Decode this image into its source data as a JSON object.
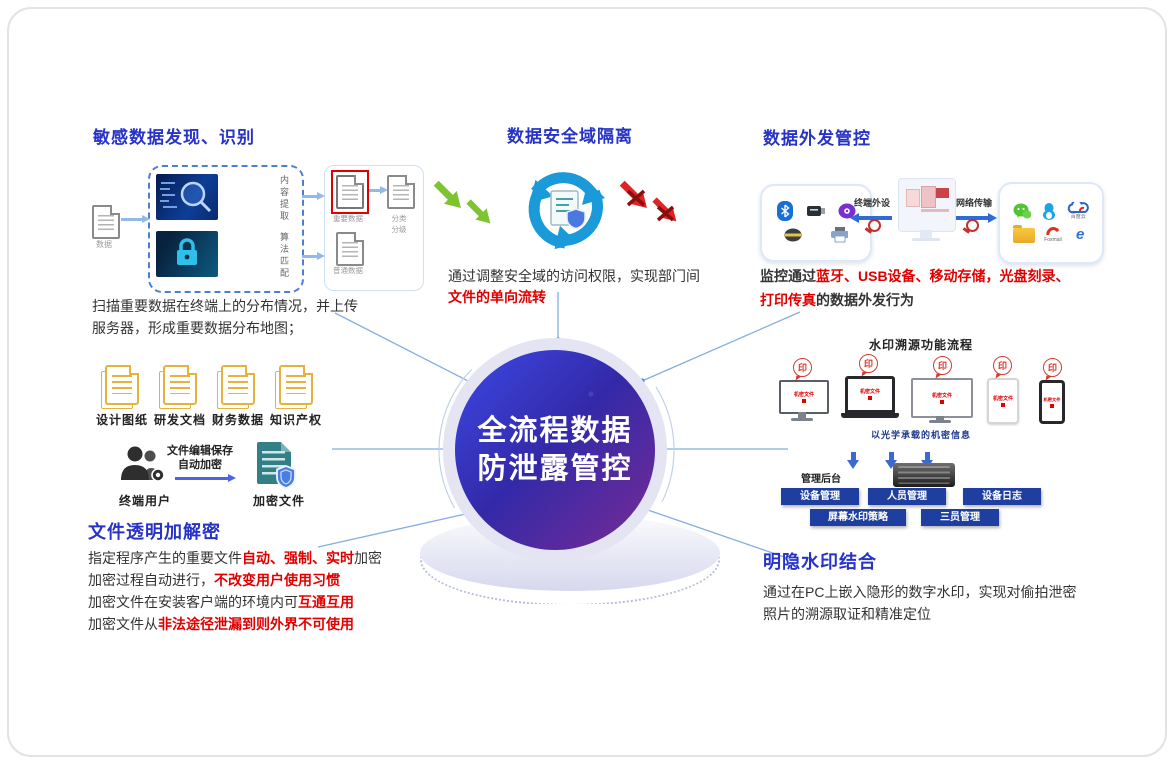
{
  "palette": {
    "title_blue": "#2733c7",
    "alert_red": "#e10000",
    "body_text": "#333333",
    "deep_blue_box": "#1e3f9f",
    "arrow_blue": "#2e6bd4",
    "recycle_blue": "#1a9ad8",
    "green_arrow": "#7cc52f",
    "sphere_blue": "#3329a8",
    "sphere_purple": "#6c2b98",
    "yellow_doc": "#e6b23c",
    "teal_doc": "#337f88"
  },
  "center": {
    "title_line1": "全流程数据",
    "title_line2": "防泄露管控"
  },
  "sensitive": {
    "title": "敏感数据发现、识别",
    "source_label": "数据",
    "content_extract_label": "内容提取",
    "algorithm_match_label": "算法匹配",
    "important_label": "重要数据",
    "classify_line1": "分类",
    "classify_line2": "分级",
    "normal_label": "普通数据",
    "desc_line1": "扫描重要数据在终端上的分布情况，并上传",
    "desc_line2": "服务器，形成重要数据分布地图；"
  },
  "isolation": {
    "title": "数据安全域隔离",
    "desc_black": "通过调整安全域的访问权限，实现部门间",
    "desc_red": "文件的单向流转"
  },
  "outbound": {
    "title": "数据外发管控",
    "peripheral_label": "终端外设",
    "network_label": "网络传输",
    "baidu_label": "百度云",
    "foxmail_label": "Foxmail",
    "desc_black1": "监控通过",
    "desc_red1": "蓝牙、USB设备、移动存储，光盘刻录、",
    "desc_red2": "打印传真",
    "desc_black2": "的数据外发行为"
  },
  "filetypes": {
    "items": [
      "设计图纸",
      "研发文档",
      "财务数据",
      "知识产权"
    ],
    "user_label": "终端用户",
    "arrow_label_line1": "文件编辑保存",
    "arrow_label_line2": "自动加密",
    "encrypted_label": "加密文件"
  },
  "encryption": {
    "title": "文件透明加解密",
    "lines": [
      [
        {
          "t": "指定程序产生的重要文件",
          "red": false
        },
        {
          "t": "自动、强制、实时",
          "red": true
        },
        {
          "t": "加密",
          "red": false
        }
      ],
      [
        {
          "t": "加密过程自动进行，",
          "red": false
        },
        {
          "t": "不改变用户使用习惯",
          "red": true
        }
      ],
      [
        {
          "t": "加密文件在安装客户端的环境内可",
          "red": false
        },
        {
          "t": "互通互用",
          "red": true
        }
      ],
      [
        {
          "t": "加密文件从",
          "red": false
        },
        {
          "t": "非法途径泄漏到则外界不可使用",
          "red": true
        }
      ]
    ]
  },
  "watermark_flow": {
    "title": "水印溯源功能流程",
    "stamp_char": "印",
    "screen_doc_label": "机密文件",
    "optic_label": "以光学承载的机密信息",
    "backend_label": "管理后台",
    "boxes_row1": [
      "设备管理",
      "人员管理",
      "设备日志"
    ],
    "boxes_row2": [
      "屏幕水印策略",
      "三员管理"
    ]
  },
  "watermark_combo": {
    "title": "明隐水印结合",
    "desc_line1": "通过在PC上嵌入隐形的数字水印，实现对偷拍泄密",
    "desc_line2": "照片的溯源取证和精准定位"
  }
}
